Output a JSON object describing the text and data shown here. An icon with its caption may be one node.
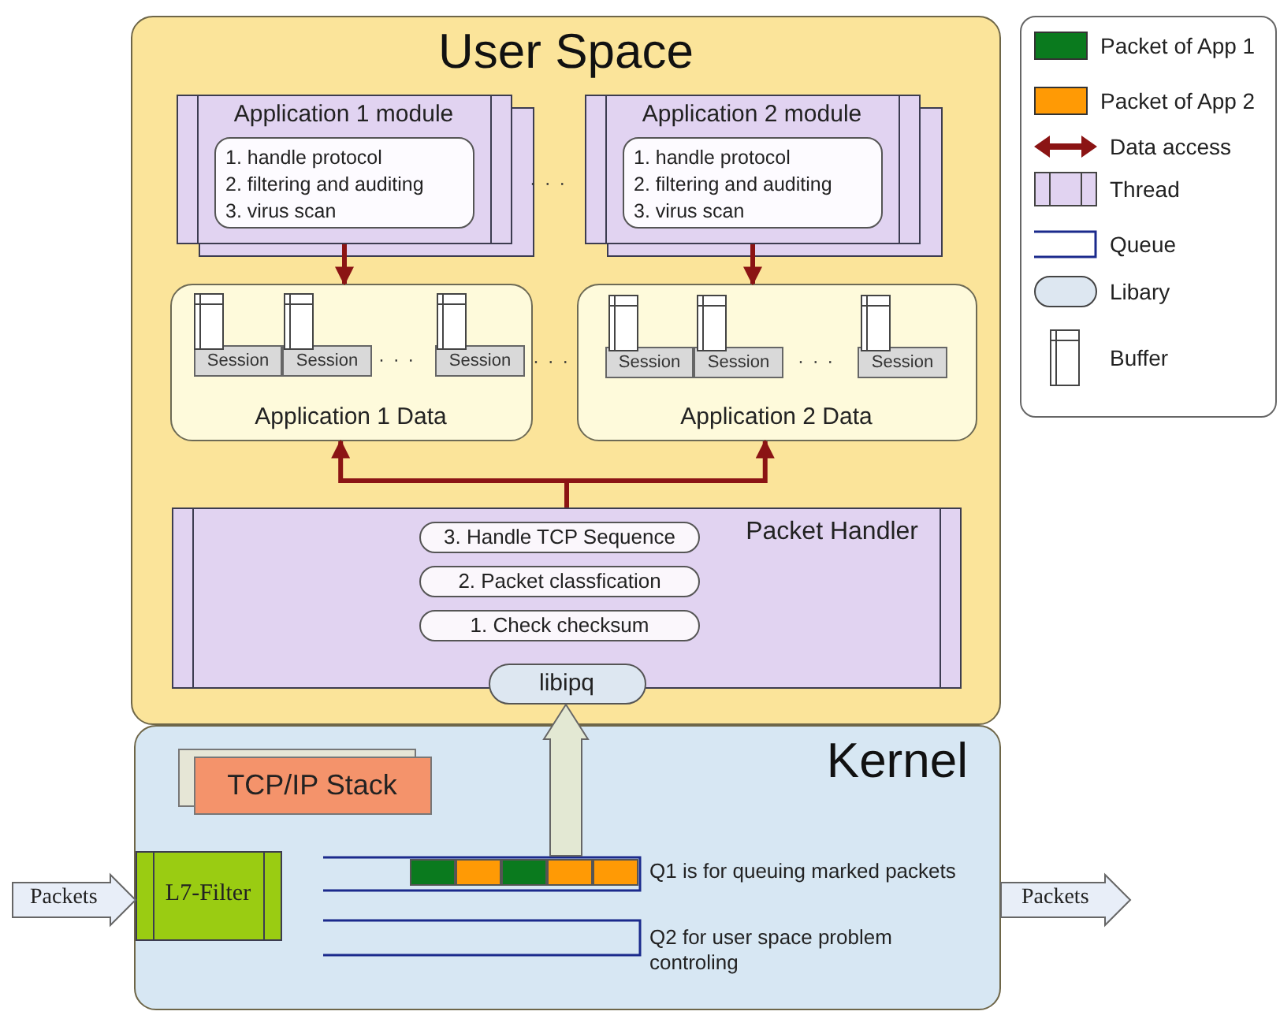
{
  "diagram": {
    "nodes": [
      {
        "text": [
          "User Space"
        ]
      },
      {
        "text": [
          "Application 1 module"
        ],
        "in": 0
      },
      {
        "text": [
          "1. handle protocol",
          "2. filtering and auditing",
          "3. virus scan"
        ],
        "in": 1
      },
      {
        "text": [
          "Application 2 module"
        ],
        "in": 0
      },
      {
        "text": [
          "1. handle protocol",
          "2. filtering and auditing",
          "3. virus scan"
        ],
        "in": 3
      },
      {
        "text": [
          "Application 1 Data"
        ],
        "in": 0
      },
      {
        "text": [
          "Session"
        ],
        "in": 5
      },
      {
        "text": [
          "Session"
        ],
        "in": 5
      },
      {
        "text": [
          "Session"
        ],
        "in": 5
      },
      {
        "text": [
          "Application 2 Data"
        ],
        "in": 0
      },
      {
        "text": [
          "Session"
        ],
        "in": 9
      },
      {
        "text": [
          "Session"
        ],
        "in": 9
      },
      {
        "text": [
          "Session"
        ],
        "in": 9
      },
      {
        "text": [
          "Packet Handler"
        ],
        "in": 0
      },
      {
        "text": [
          "3. Handle TCP Sequence"
        ],
        "in": 13
      },
      {
        "text": [
          "2. Packet classfication"
        ],
        "in": 13
      },
      {
        "text": [
          "1. Check checksum"
        ],
        "in": 13
      },
      {
        "text": [
          "libipq"
        ],
        "in": 0
      },
      {
        "text": [
          "Kernel"
        ]
      },
      {
        "text": [
          "TCP/IP Stack"
        ],
        "in": 18
      },
      {
        "text": [
          "L7-Filter"
        ],
        "in": 18
      },
      {
        "text": [],
        "shape": "box",
        "beside": [
          "Q1 is for queuing marked packets"
        ],
        "in": 18
      },
      {
        "text": [],
        "shape": "box",
        "beside": [
          "Q2 for user space problem controling"
        ],
        "in": 18
      }
    ],
    "edges": [
      {
        "from": 1,
        "to": 5,
        "arrow": "to"
      },
      {
        "from": 3,
        "to": 9,
        "arrow": "to"
      },
      {
        "from": 13,
        "to": 5,
        "arrow": "to"
      },
      {
        "from": 13,
        "to": 9,
        "arrow": "to"
      },
      {
        "from": 21,
        "to": 17,
        "arrow": "to",
        "style": "thick",
        "color": "#e3e8d3"
      },
      {
        "from": null,
        "to": 20,
        "arrow": "to",
        "label": "Packets",
        "style": "thick",
        "color": "#e8eef8"
      },
      {
        "from": 18,
        "to": null,
        "arrow": "to",
        "label": "Packets",
        "style": "thick",
        "color": "#e8eef8"
      }
    ],
    "labels": [
      "· · ·",
      "· · ·",
      "· · ·",
      "· · ·"
    ],
    "legend": [
      {
        "text": "Packet of App 1",
        "color": "#0a7a1e"
      },
      {
        "text": "Packet of App 2",
        "color": "#ff9a05"
      },
      {
        "text": "Data access"
      },
      {
        "text": "Thread"
      },
      {
        "text": "Queue"
      },
      {
        "text": "Libary"
      },
      {
        "text": "Buffer"
      }
    ]
  }
}
